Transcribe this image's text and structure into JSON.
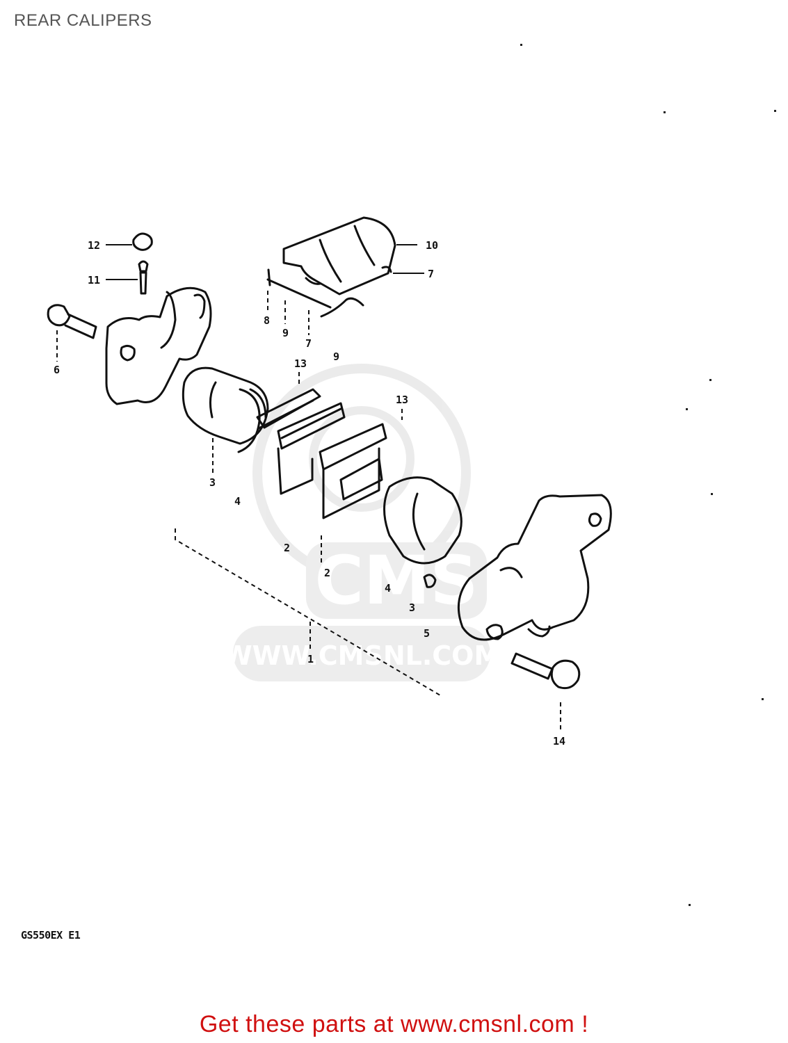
{
  "title": "REAR CALIPERS",
  "model_code": "GS550EX E1",
  "footer": {
    "text": "Get these parts at www.cmsnl.com !"
  },
  "watermark": {
    "brand": "CMS",
    "url": "WWW.CMSNL.COM"
  },
  "callouts": {
    "c12": "12",
    "c11": "11",
    "c10": "10",
    "c7a": "7",
    "c8": "8",
    "c9a": "9",
    "c7b": "7",
    "c9b": "9",
    "c6": "6",
    "c13a": "13",
    "c13b": "13",
    "c3a": "3",
    "c4a": "4",
    "c2a": "2",
    "c2b": "2",
    "c4b": "4",
    "c3b": "3",
    "c5": "5",
    "c1": "1",
    "c14": "14"
  },
  "colors": {
    "footer": "#d01010",
    "title": "#555555",
    "line_art": "#111111",
    "watermark": "#dddddd"
  }
}
